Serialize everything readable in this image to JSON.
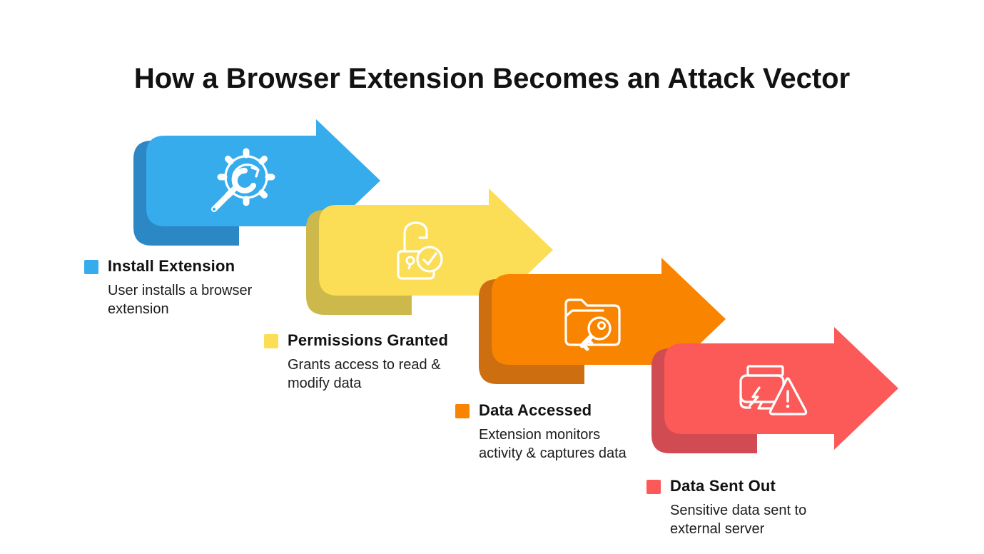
{
  "title": "How a Browser Extension Becomes an Attack Vector",
  "steps": [
    {
      "label": "Install Extension",
      "desc_lines": [
        "User installs a browser",
        "extension"
      ],
      "color": "#36ACEC",
      "shade": "#2C87C5",
      "icon": "gear-wrench-icon"
    },
    {
      "label": "Permissions Granted",
      "desc_lines": [
        "Grants access to read &",
        "modify data"
      ],
      "color": "#FBDE55",
      "shade": "#CDB94B",
      "icon": "unlocked-padlock-check-icon"
    },
    {
      "label": "Data Accessed",
      "desc_lines": [
        "Extension monitors",
        "activity & captures data"
      ],
      "color": "#F98400",
      "shade": "#CD6F10",
      "icon": "folder-key-icon"
    },
    {
      "label": "Data Sent Out",
      "desc_lines": [
        "Sensitive data sent to",
        "external server"
      ],
      "color": "#FC5A58",
      "shade": "#D14B52",
      "icon": "data-exfiltration-warning-icon"
    }
  ]
}
